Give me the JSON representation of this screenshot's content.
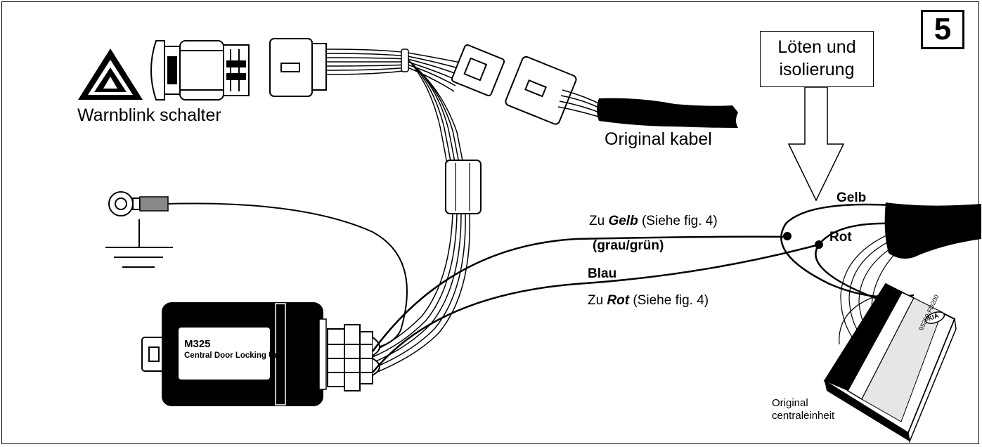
{
  "figure_number": "5",
  "hazard_switch_label": "Warnblink schalter",
  "original_cable_label": "Original kabel",
  "solder_note": {
    "line1": "Löten und",
    "line2": "isolierung"
  },
  "wires": {
    "gelb": "Gelb",
    "rot": "Rot",
    "to_yellow": {
      "prefix": "Zu ",
      "color": "Gelb",
      "suffix": " (Siehe fig. 4)"
    },
    "gray_green": "(grau/grün)",
    "blue": "Blau",
    "to_red": {
      "prefix": "Zu ",
      "color": "Rot",
      "suffix": " (Siehe fig. 4)"
    }
  },
  "module": {
    "model": "M325",
    "description": "Central Door Locking Unit"
  },
  "original_unit": {
    "brand": "KIA",
    "part_number": "95250-FD200",
    "label": {
      "line1": "Original",
      "line2": "centraleinheit"
    }
  }
}
